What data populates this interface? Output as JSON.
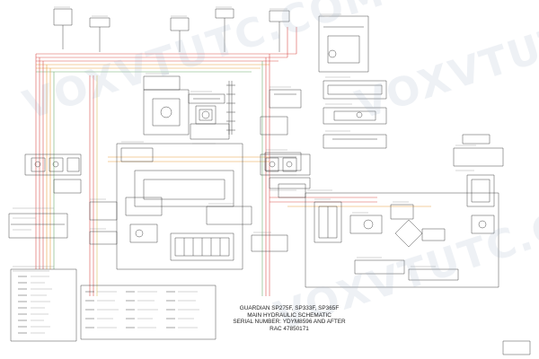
{
  "title": {
    "line1": "GUARDIAN SP275F, SP333F, SP365F",
    "line2": "MAIN HYDRAULIC SCHEMATIC",
    "line3": "SERIAL NUMBER: YDYM8596 AND AFTER",
    "line4": "RAC 47850171"
  },
  "watermark": {
    "text": "VOXVTUTC.COM"
  },
  "colors": {
    "line_dark": "#333333",
    "line_red": "#d9534f",
    "line_orange": "#e8a040",
    "line_green": "#6fae6f",
    "line_yellow": "#d8c25a",
    "watermark": "#a0b4c8"
  }
}
